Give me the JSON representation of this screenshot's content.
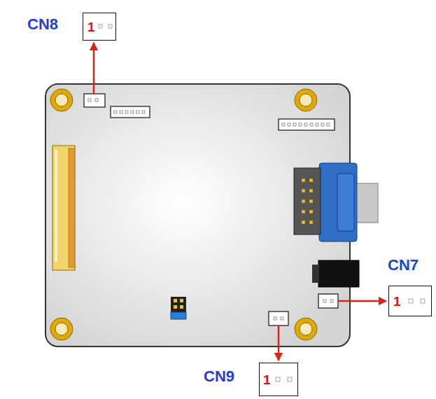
{
  "diagram": {
    "nodes": [
      {
        "text": [
          "CN8",
          "1"
        ]
      },
      {
        "text": [
          "CN7",
          "1"
        ]
      },
      {
        "text": [
          "CN9",
          "1"
        ]
      }
    ]
  }
}
